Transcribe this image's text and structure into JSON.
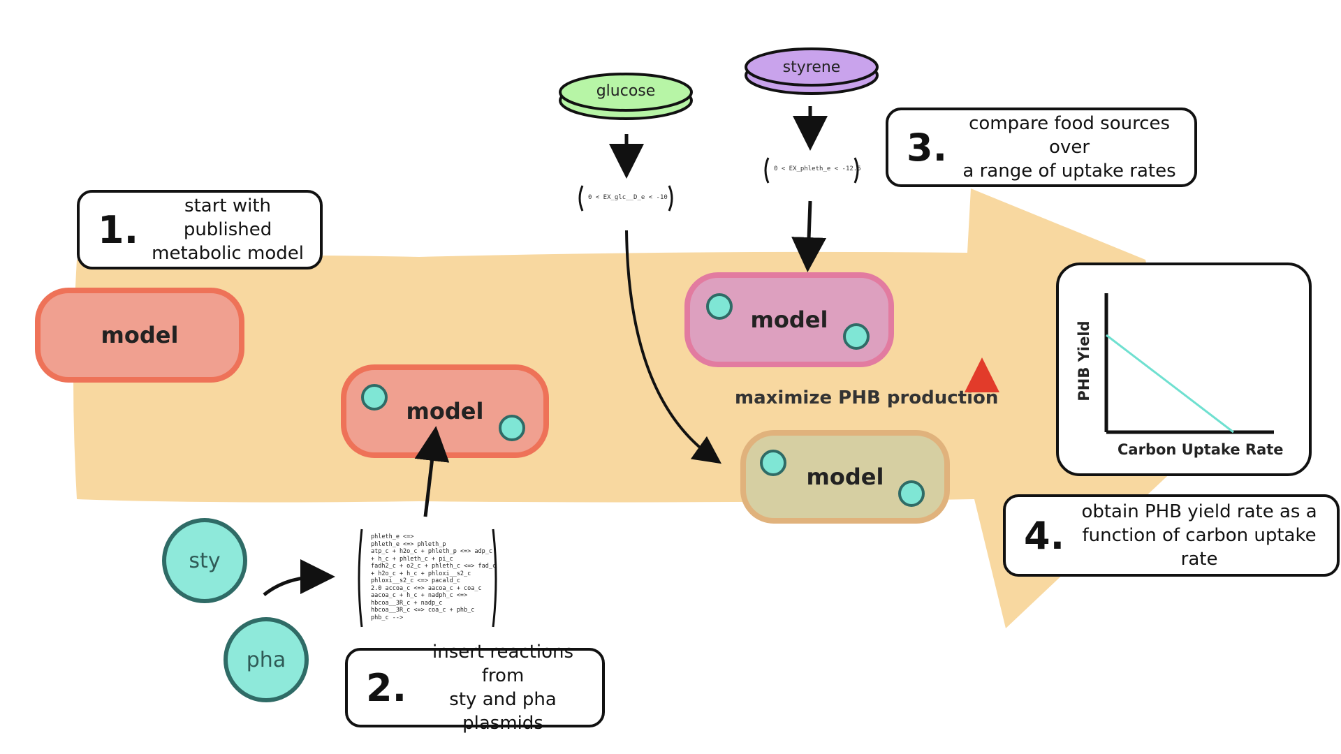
{
  "steps": {
    "step1": {
      "number": "1.",
      "text_line1": "start with published",
      "text_line2": "metabolic model"
    },
    "step2": {
      "number": "2.",
      "text_line1": "insert reactions from",
      "text_line2": "sty and pha plasmids"
    },
    "step3": {
      "number": "3.",
      "text_line1": "compare food sources over",
      "text_line2": "a range of uptake rates"
    },
    "step4": {
      "number": "4.",
      "text_line1": "obtain PHB yield rate as a",
      "text_line2": "function of carbon uptake rate"
    }
  },
  "models": {
    "base": "model",
    "modified": "model",
    "styrene_fed": "model",
    "glucose_fed": "model"
  },
  "plasmids": {
    "sty": "sty",
    "pha": "pha"
  },
  "food_sources": {
    "glucose": {
      "label": "glucose",
      "bound": "0 < EX_glc__D_e < -10",
      "color": "#b7f5a6"
    },
    "styrene": {
      "label": "styrene",
      "bound": "0 < EX_phleth_e < -12.5",
      "color": "#c9a3ec"
    }
  },
  "reactions": [
    "phleth_e <=>",
    "phleth_e <=> phleth_p",
    "atp_c + h2o_c + phleth_p <=> adp_c",
    "+ h_c + phleth_c + pi_c",
    "fadh2_c + o2_c + phleth_c <=> fad_c",
    "+ h2o_c + h_c + phloxi__s2_c",
    "phloxi__s2_c <=> pacald_c",
    "2.0 accoa_c <=> aacoa_c + coa_c",
    "aacoa_c + h_c + nadph_c <=>",
    "hbcoa__3R_c + nadp_c",
    "hbcoa__3R_c <=> coa_c + phb_c",
    "phb_c -->"
  ],
  "objective": "maximize PHB production",
  "graph": {
    "ylabel": "PHB Yield",
    "xlabel": "Carbon Uptake Rate"
  },
  "colors": {
    "arrow_band": "#f8d8a0",
    "base_model": "#f0a090",
    "base_model_border": "#ee7258",
    "styrene_model": "#dda0bf",
    "styrene_model_border": "#e27ba0",
    "glucose_model": "#d6cfa2",
    "glucose_model_border": "#e0b27c",
    "plasmid_dot": "#7fe6d5",
    "trend_line": "#6fe0d0",
    "up_arrow": "#e23b2a"
  }
}
